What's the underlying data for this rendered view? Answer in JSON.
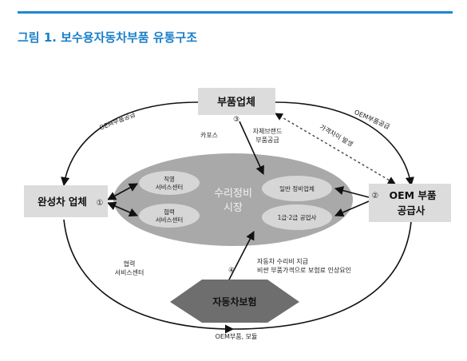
{
  "figure": {
    "title": "그림 1. 보수용자동차부품 유통구조"
  },
  "nodes": {
    "parts_maker": "부품업체",
    "oem": {
      "line1": "OEM 부품",
      "line2": "공급사"
    },
    "automaker": "완성차 업체",
    "market": {
      "line1": "수리정비",
      "line2": "시장"
    },
    "direct_center": {
      "line1": "직영",
      "line2": "서비스센터"
    },
    "partner_center": {
      "line1": "협력",
      "line2": "서비스센터"
    },
    "general_shop": "일반 정비업체",
    "grade_shop": "1급·2급 공업사",
    "insurance": "자동차보험"
  },
  "labels": {
    "oem_supply_left": "OEM부품공급",
    "oem_supply_right": "OEM부품공급",
    "price_gap": "가격차이 발생",
    "carpos": "카포스",
    "own_brand": {
      "line1": "자체브랜드",
      "line2": "부품공급"
    },
    "partner_left": {
      "line1": "협력",
      "line2": "서비스센터"
    },
    "repair_cost": {
      "line1": "자동차 수리비 지급",
      "line2": "비싼 부품가격으로 보험료 인상요인"
    },
    "oem_module": "OEM부품, 모듈",
    "marker_1": "①",
    "marker_2": "②",
    "marker_3": "③",
    "marker_4": "④"
  },
  "colors": {
    "title_blue": "#1a7fc8",
    "box_fill": "#dcdcdc",
    "ellipse_fill": "#a9a9a9",
    "inner_ellipse_fill": "#d6d6d6",
    "diamond_fill": "#6e6e6e"
  }
}
